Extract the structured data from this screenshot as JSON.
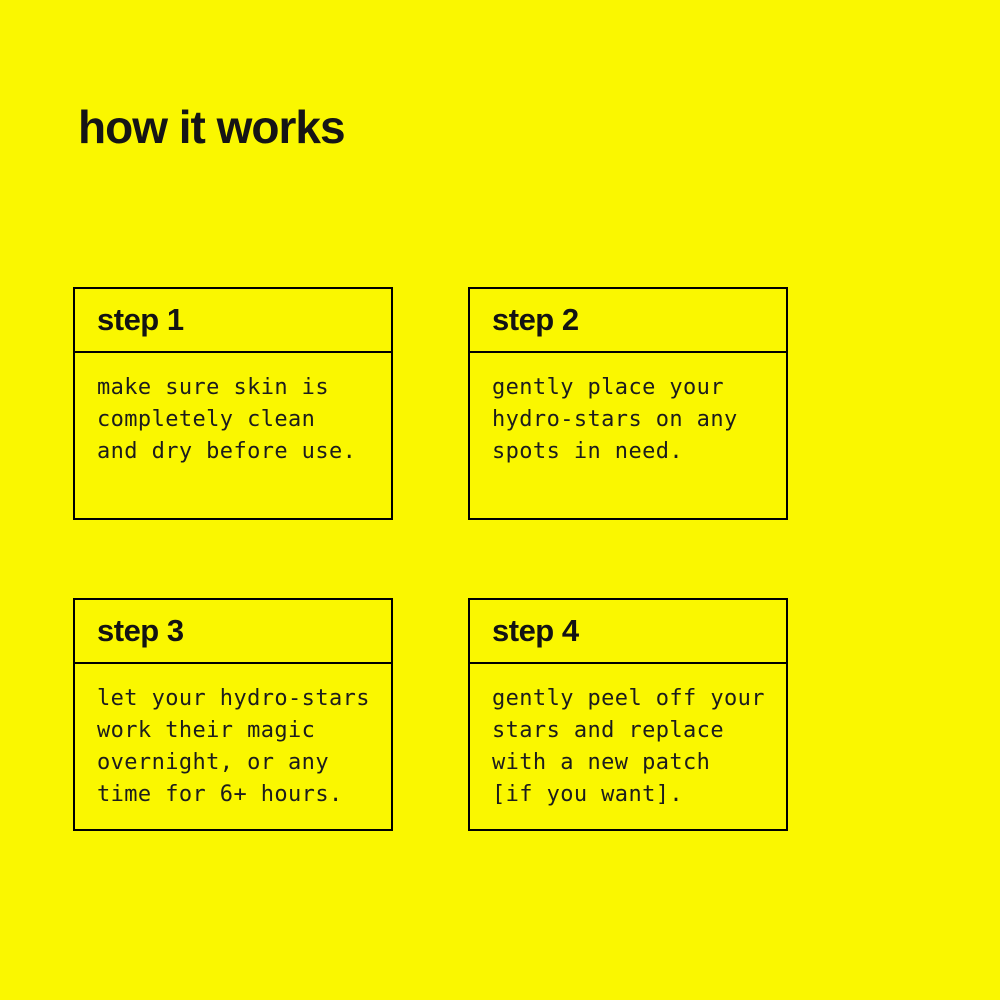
{
  "page": {
    "title": "how it works",
    "background_color": "#FAF700",
    "text_color": "#161616",
    "border_color": "#000000"
  },
  "steps": [
    {
      "title": "step 1",
      "body": "make sure skin is\ncompletely clean\nand dry before use."
    },
    {
      "title": "step 2",
      "body": "gently place your\nhydro-stars on any\nspots in need."
    },
    {
      "title": "step 3",
      "body": "let your hydro-stars\nwork their magic\novernight, or any\ntime for 6+ hours."
    },
    {
      "title": "step 4",
      "body": "gently peel off your\nstars and replace\nwith a new patch\n[if you want]."
    }
  ]
}
